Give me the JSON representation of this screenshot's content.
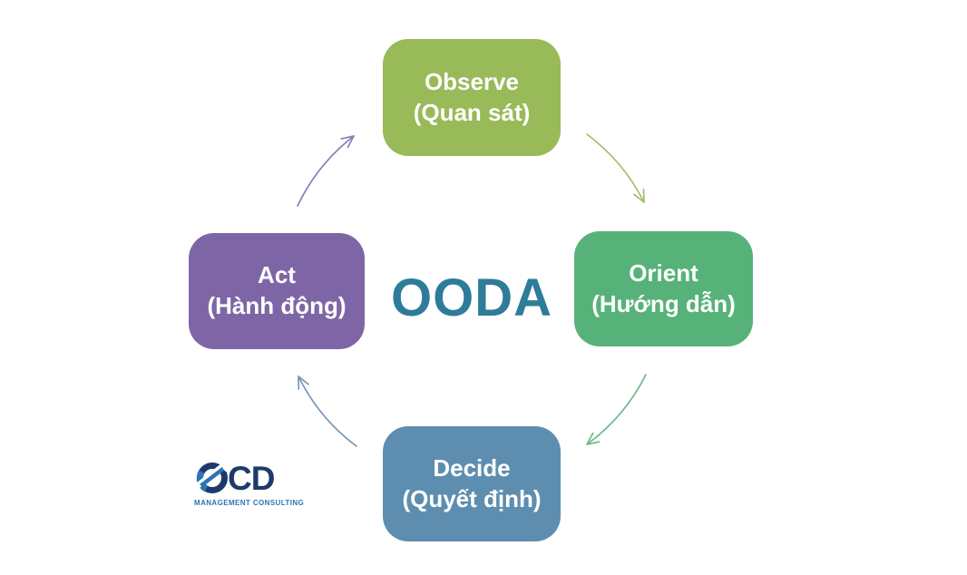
{
  "diagram": {
    "center_label": "OODA",
    "center_color": "#2E7C99",
    "background": "#FFFFFF"
  },
  "nodes": [
    {
      "id": "observe",
      "title": "Observe",
      "subtitle": "(Quan sát)",
      "color": "#98BA58"
    },
    {
      "id": "orient",
      "title": "Orient",
      "subtitle": "(Hướng dẫn)",
      "color": "#57B279"
    },
    {
      "id": "decide",
      "title": "Decide",
      "subtitle": "(Quyết định)",
      "color": "#5E8EAF"
    },
    {
      "id": "act",
      "title": "Act",
      "subtitle": "(Hành động)",
      "color": "#7E66A6"
    }
  ],
  "arrows": [
    {
      "from": "observe",
      "to": "orient",
      "color": "#A2BE67"
    },
    {
      "from": "orient",
      "to": "decide",
      "color": "#6CBA8B"
    },
    {
      "from": "decide",
      "to": "act",
      "color": "#7697B7"
    },
    {
      "from": "act",
      "to": "observe",
      "color": "#8E7CB6"
    }
  ],
  "logo": {
    "letters": "CD",
    "tagline": "MANAGEMENT CONSULTING",
    "navy": "#1E3A6C",
    "blue": "#2E74B5"
  }
}
